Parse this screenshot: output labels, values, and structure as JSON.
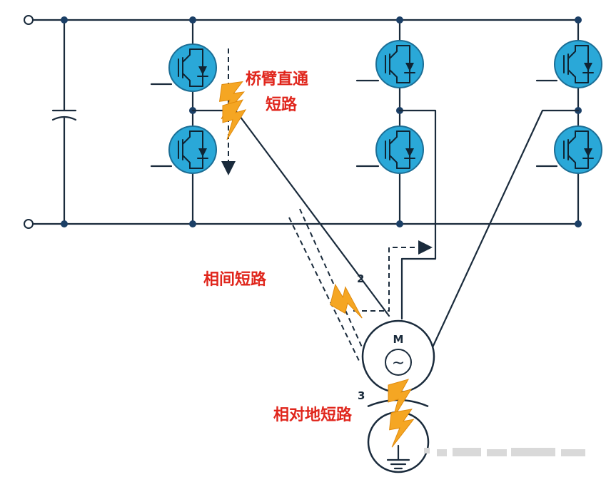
{
  "labels": {
    "shoot_through": [
      "桥臂直通",
      "短路"
    ],
    "phase_to_phase": "相间短路",
    "phase_to_ground": "相对地短路",
    "marker_2": "2",
    "marker_3": "3",
    "motor_letter": "M",
    "motor_symbol": "~"
  },
  "colors": {
    "wire": "#1a2b3c",
    "igbt": "#2aa8d8",
    "fault_bolt": "#f5a623",
    "label_red": "#e0261c"
  },
  "icons": {
    "switch": "igbt-with-diode-icon",
    "capacitor": "capacitor-icon",
    "motor": "motor-icon",
    "ground": "ground-icon",
    "fault": "lightning-bolt-icon"
  }
}
